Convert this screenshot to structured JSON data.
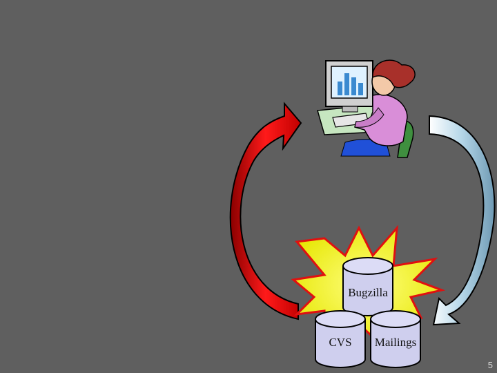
{
  "diagram": {
    "databases": [
      {
        "id": "bugzilla",
        "label": "Bugzilla"
      },
      {
        "id": "cvs",
        "label": "CVS"
      },
      {
        "id": "mailings",
        "label": "Mailings"
      }
    ],
    "figure": {
      "icon": "person-at-computer-icon"
    },
    "arrows": [
      {
        "direction": "up",
        "color": "#e01010",
        "description": "red-curved-arrow"
      },
      {
        "direction": "down",
        "color": "#a8cde0",
        "description": "light-blue-curved-arrow"
      }
    ],
    "burst_color": "#f5f500"
  },
  "footer": {
    "page_number": "5"
  }
}
